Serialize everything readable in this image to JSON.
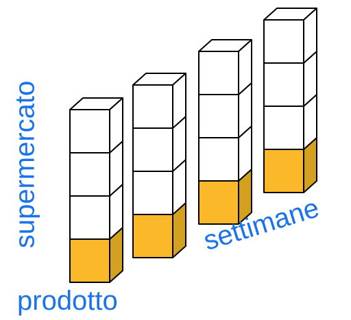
{
  "labels": {
    "y_axis": "supermercato",
    "x_axis": "prodotto",
    "depth_axis": "settimane"
  },
  "colors": {
    "label_text": "#1a73e8",
    "highlight_front": "#fbb829",
    "highlight_top": "#f6b84a",
    "highlight_side": "#d4a020",
    "empty_face": "#ffffff",
    "outline": "#000000"
  },
  "columns": [
    {
      "cubes": 4,
      "highlighted_index": 0
    },
    {
      "cubes": 4,
      "highlighted_index": 0
    },
    {
      "cubes": 4,
      "highlighted_index": 0
    },
    {
      "cubes": 4,
      "highlighted_index": 0
    }
  ]
}
